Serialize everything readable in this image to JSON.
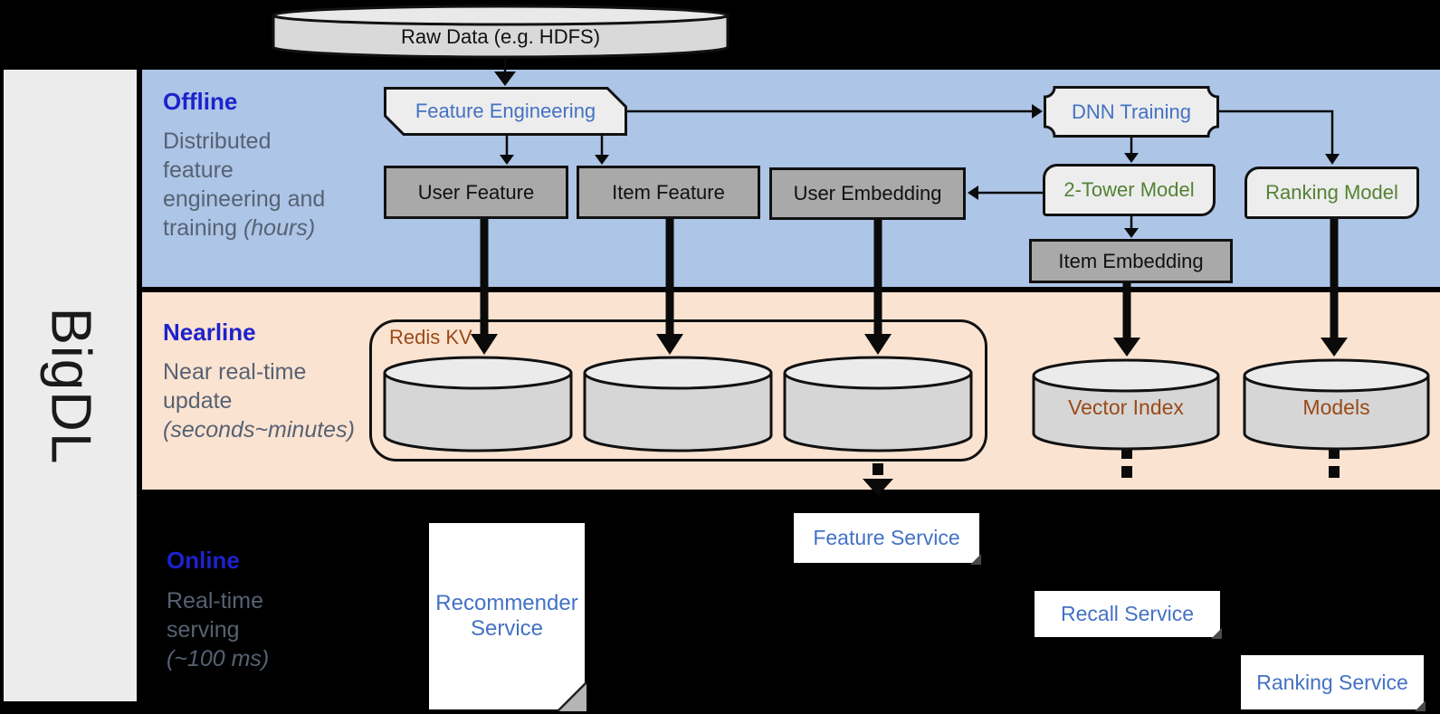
{
  "sidebar": {
    "label": "BigDL"
  },
  "source": {
    "raw_data_label": "Raw Data (e.g. HDFS)"
  },
  "sections": {
    "offline": {
      "title": "Offline",
      "desc_lines": [
        "Distributed",
        "feature",
        "engineering and"
      ],
      "desc_tail": "training ",
      "desc_tail_italic": "(hours)"
    },
    "nearline": {
      "title": "Nearline",
      "desc_lines": [
        "Near real-time",
        "update"
      ],
      "desc_tail": "",
      "desc_tail_italic": "(seconds~minutes)"
    },
    "online": {
      "title": "Online",
      "desc_lines": [
        "Real-time",
        "serving"
      ],
      "desc_tail": "",
      "desc_tail_italic": "(~100 ms)"
    }
  },
  "offline_nodes": {
    "feature_engineering": "Feature Engineering",
    "dnn_training": "DNN Training",
    "user_feature": "User Feature",
    "item_feature": "Item Feature",
    "user_embedding": "User Embedding",
    "two_tower_model": "2-Tower Model",
    "ranking_model": "Ranking Model",
    "item_embedding": "Item Embedding"
  },
  "nearline_nodes": {
    "redis_kv": "Redis KV",
    "vector_index": "Vector Index",
    "models": "Models"
  },
  "online_nodes": {
    "recommender_service": "Recommender Service",
    "feature_service": "Feature Service",
    "recall_service": "Recall Service",
    "ranking_service": "Ranking Service"
  },
  "colors": {
    "offline_band": "#adc5e7",
    "nearline_band": "#fbe3d1",
    "section_title_blue": "#1d22cc",
    "section_desc_gray": "#566273",
    "node_text_blue": "#4472c4",
    "node_text_green": "#548235",
    "nearline_store_text_brown": "#9a4a18",
    "dark_node_fill": "#a9a9a9",
    "light_node_fill": "#ededed",
    "cylinder_fill": "#d6d6d6",
    "cylinder_top_fill": "#ebebeb",
    "background": "#000000"
  }
}
